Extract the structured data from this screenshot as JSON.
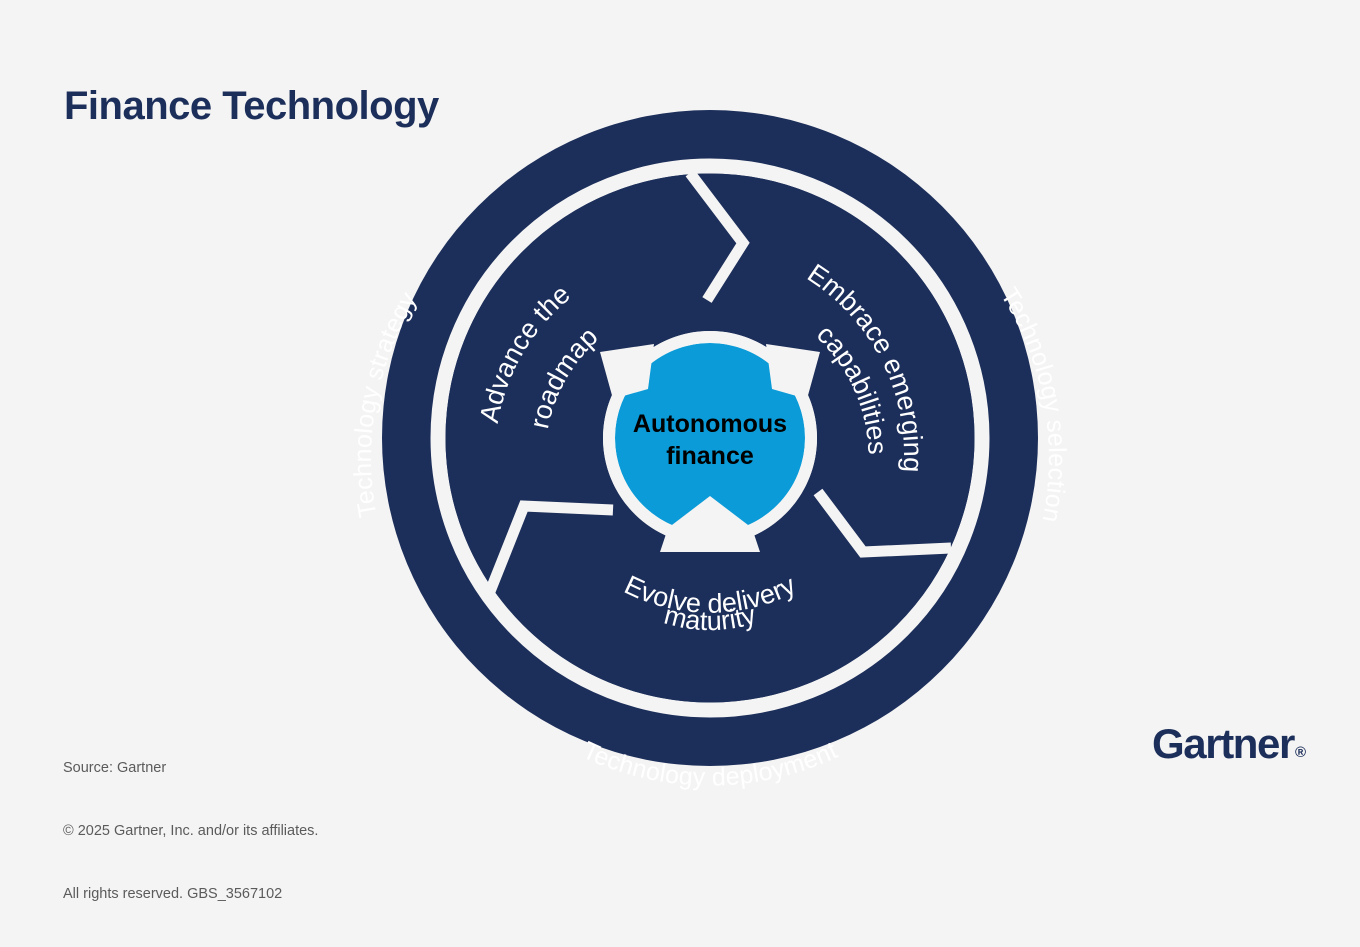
{
  "header": {
    "title": "Finance Technology"
  },
  "colors": {
    "background": "#f4f4f4",
    "navy": "#1c2e5a",
    "cyan": "#0a9bd8",
    "white": "#f4f4f4",
    "core_text": "#000000",
    "footer_text": "#5b5b5b"
  },
  "diagram": {
    "type": "concentric-ring-trisected",
    "center_label_line1": "Autonomous",
    "center_label_line2": "finance",
    "outer_ring_labels": [
      "Technology strategy",
      "Technology selection",
      "Technology deployment"
    ],
    "inner_wedge_labels": [
      {
        "line1": "Advance the",
        "line2": "roadmap"
      },
      {
        "line1": "Embrace emerging",
        "line2": "capabilities"
      },
      {
        "line1": "Evolve delivery",
        "line2": "maturity"
      }
    ]
  },
  "footer": {
    "line1": "Source: Gartner",
    "line2": "© 2025 Gartner, Inc. and/or its affiliates.",
    "line3": "All rights reserved. GBS_3567102"
  },
  "brand": {
    "name": "Gartner",
    "mark": "®"
  }
}
